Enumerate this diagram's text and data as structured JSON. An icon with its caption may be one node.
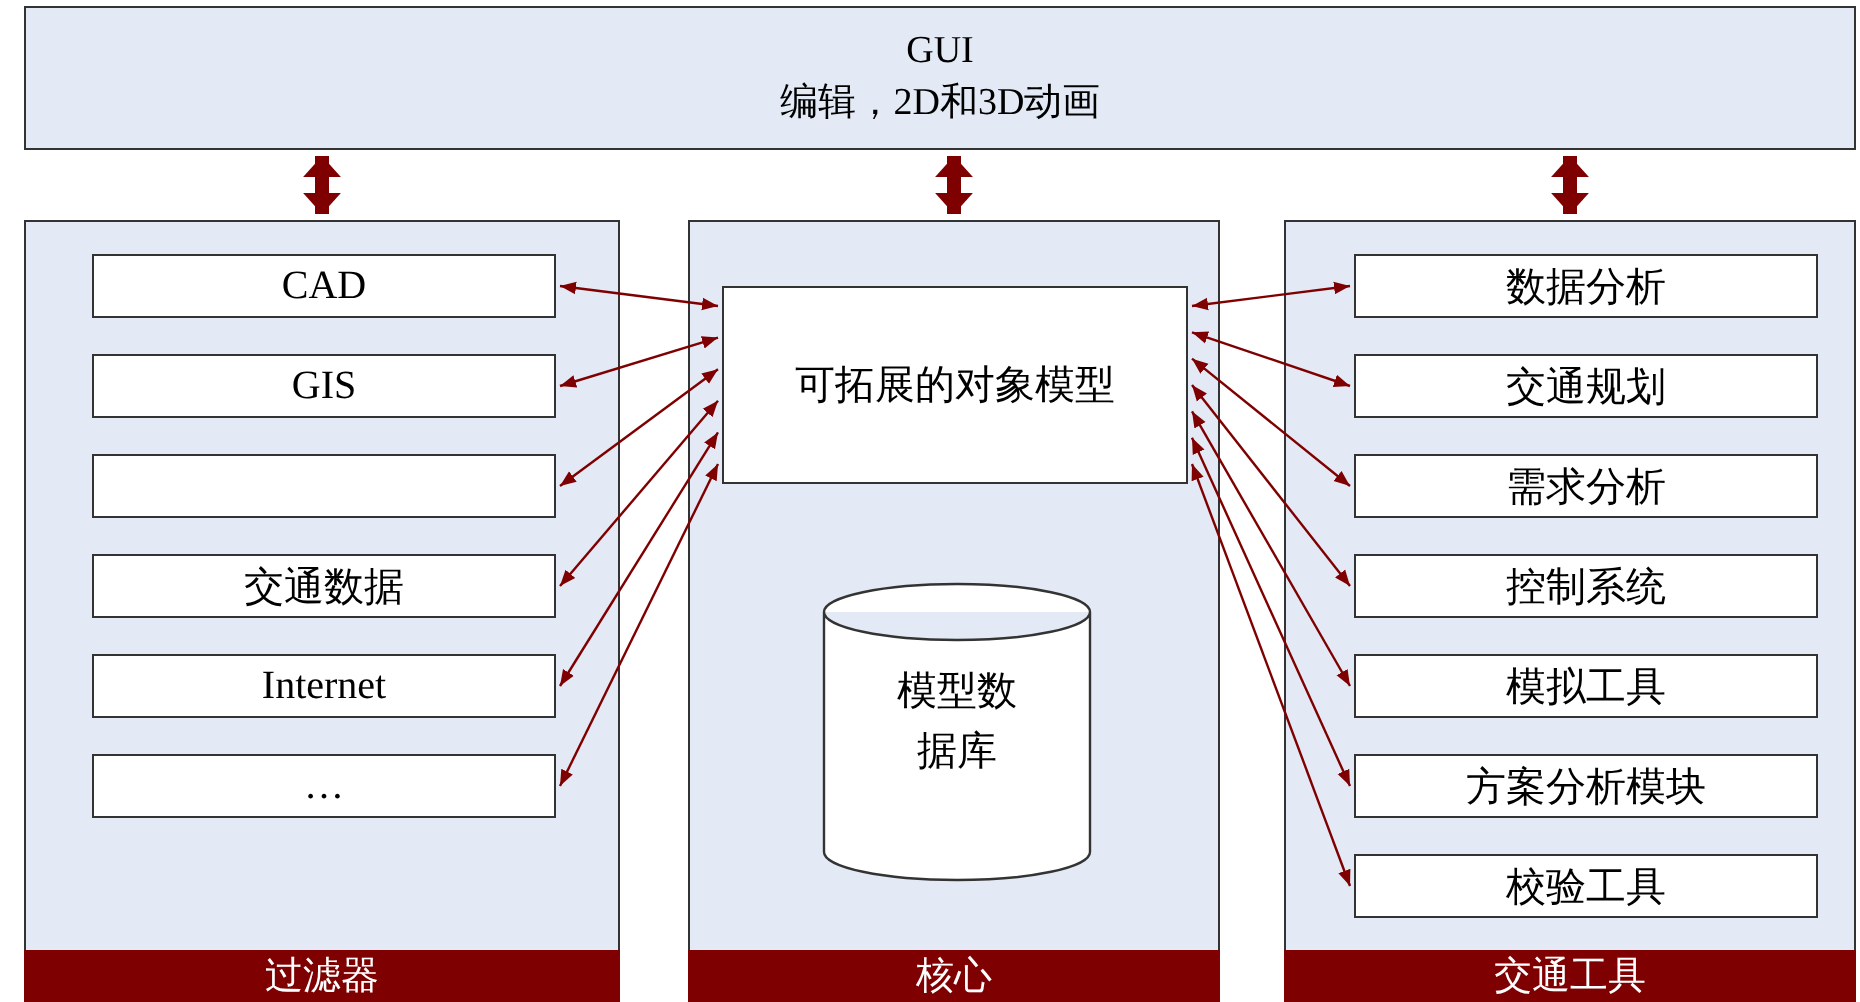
{
  "diagram": {
    "nodes": [
      {
        "text": [
          "GUI",
          "编辑，2D和3D动画"
        ]
      },
      {
        "text": [
          "过滤器"
        ]
      },
      {
        "text": [
          "CAD"
        ],
        "in": 1
      },
      {
        "text": [
          "GIS"
        ],
        "in": 1
      },
      {
        "text": [],
        "shape": "box",
        "in": 1
      },
      {
        "text": [
          "交通数据"
        ],
        "in": 1
      },
      {
        "text": [
          "Internet"
        ],
        "in": 1
      },
      {
        "text": [
          "…"
        ],
        "in": 1
      },
      {
        "text": [
          "核心"
        ]
      },
      {
        "text": [
          "可拓展的对象模型"
        ],
        "in": 8
      },
      {
        "text": [
          "模型数据库"
        ],
        "in": 8
      },
      {
        "text": [
          "交通工具"
        ]
      },
      {
        "text": [
          "数据分析"
        ],
        "in": 11
      },
      {
        "text": [
          "交通规划"
        ],
        "in": 11
      },
      {
        "text": [
          "需求分析"
        ],
        "in": 11
      },
      {
        "text": [
          "控制系统"
        ],
        "in": 11
      },
      {
        "text": [
          "模拟工具"
        ],
        "in": 11
      },
      {
        "text": [
          "方案分析模块"
        ],
        "in": 11
      },
      {
        "text": [
          "校验工具"
        ],
        "in": 11
      }
    ],
    "edges": [
      {
        "from": 0,
        "to": 1,
        "arrow": "both",
        "style": "thick"
      },
      {
        "from": 0,
        "to": 8,
        "arrow": "both",
        "style": "thick"
      },
      {
        "from": 0,
        "to": 11,
        "arrow": "both",
        "style": "thick"
      },
      {
        "from": 2,
        "to": 9,
        "arrow": "both"
      },
      {
        "from": 3,
        "to": 9,
        "arrow": "both"
      },
      {
        "from": 4,
        "to": 9,
        "arrow": "both"
      },
      {
        "from": 5,
        "to": 9,
        "arrow": "both"
      },
      {
        "from": 6,
        "to": 9,
        "arrow": "both"
      },
      {
        "from": 7,
        "to": 9,
        "arrow": "both"
      },
      {
        "from": 9,
        "to": 12,
        "arrow": "both"
      },
      {
        "from": 9,
        "to": 13,
        "arrow": "both"
      },
      {
        "from": 9,
        "to": 14,
        "arrow": "both"
      },
      {
        "from": 9,
        "to": 15,
        "arrow": "both"
      },
      {
        "from": 9,
        "to": 16,
        "arrow": "both"
      },
      {
        "from": 9,
        "to": 17,
        "arrow": "both"
      },
      {
        "from": 9,
        "to": 18,
        "arrow": "both"
      }
    ]
  }
}
